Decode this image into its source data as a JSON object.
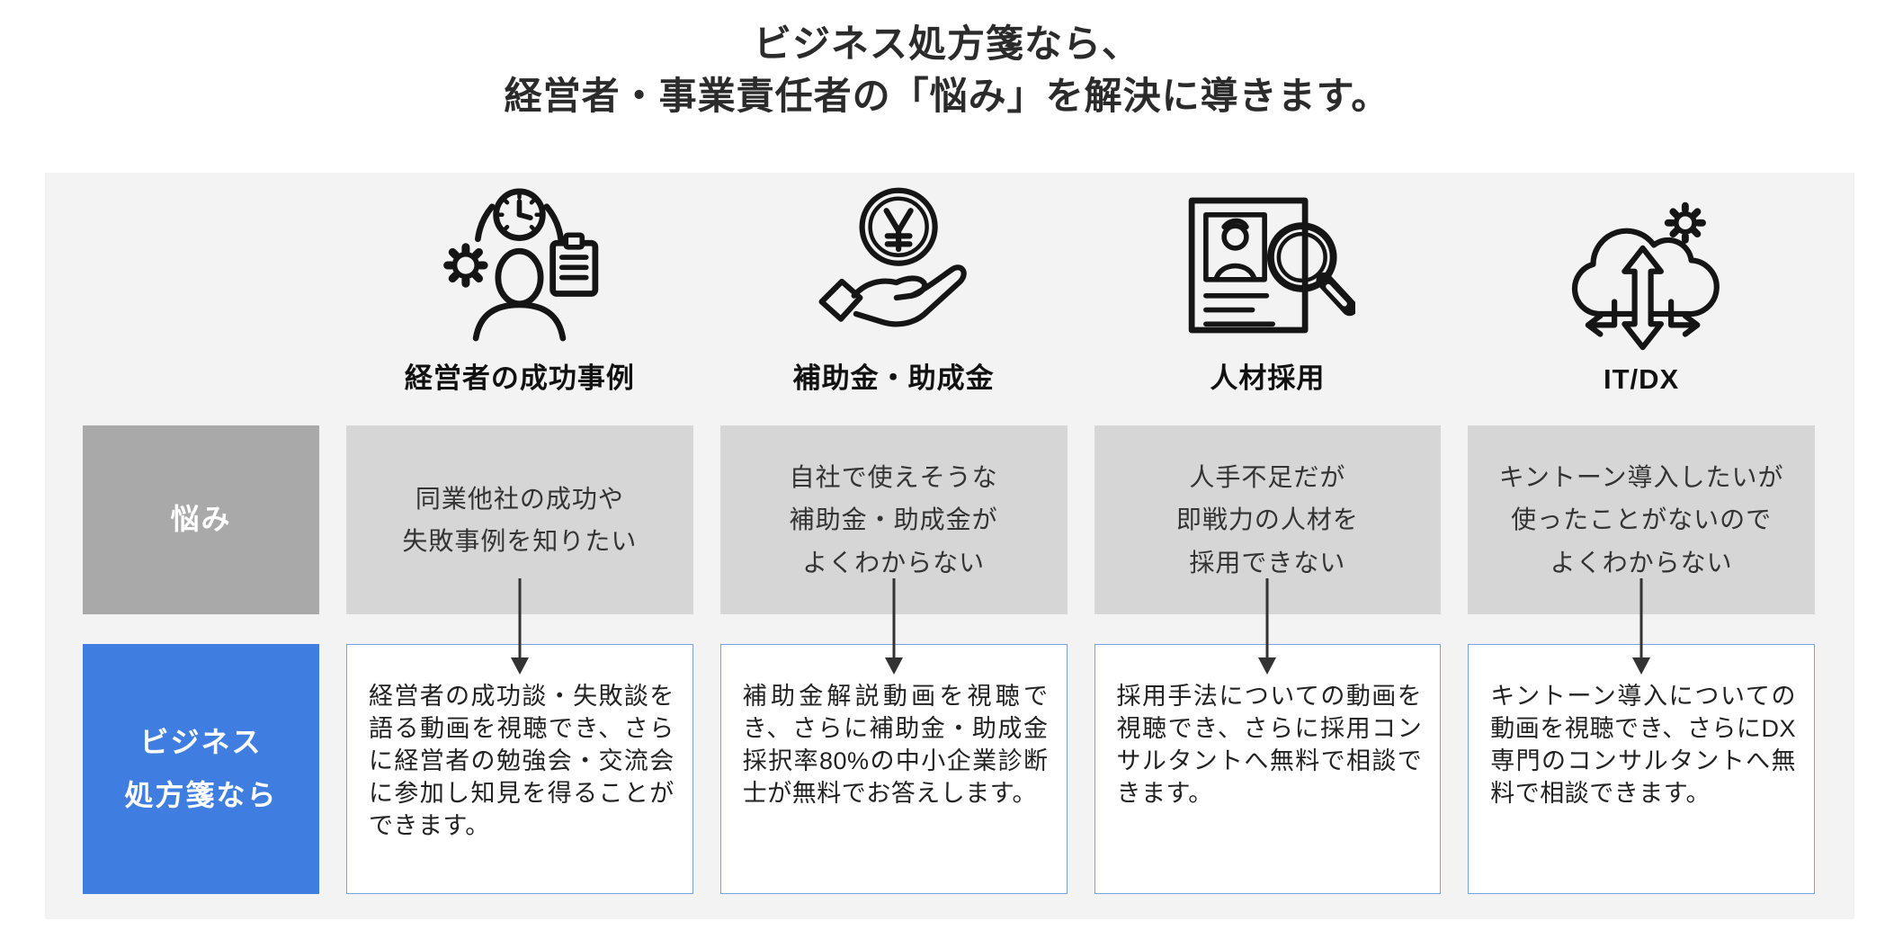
{
  "title": {
    "line1": "ビジネス処方箋なら、",
    "line2": "経営者・事業責任者の「悩み」を解決に導きます。"
  },
  "row_labels": {
    "problem": "悩み",
    "solution": "ビジネス\n処方箋なら"
  },
  "columns": [
    {
      "header": "経営者の成功事例",
      "icon": "executive-success-icon",
      "problem": "同業他社の成功や\n失敗事例を知りたい",
      "solution": "経営者の成功談・失敗談を語る動画を視聴でき、さらに経営者の勉強会・交流会に参加し知見を得ることができます。"
    },
    {
      "header": "補助金・助成金",
      "icon": "subsidy-hand-coin-icon",
      "problem": "自社で使えそうな\n補助金・助成金が\nよくわからない",
      "solution": "補助金解説動画を視聴でき、さらに補助金・助成金採択率80%の中小企業診断士が無料でお答えします。"
    },
    {
      "header": "人材採用",
      "icon": "recruitment-resume-icon",
      "problem": "人手不足だが\n即戦力の人材を\n採用できない",
      "solution": "採用手法についての動画を視聴でき、さらに採用コンサルタントへ無料で相談できます。"
    },
    {
      "header": "IT/DX",
      "icon": "cloud-dx-icon",
      "problem": "キントーン導入したいが\n使ったことがないので\nよくわからない",
      "solution": "キントーン導入についての動画を視聴でき、さらにDX専門のコンサルタントへ無料で相談できます。"
    }
  ],
  "colors": {
    "accent_blue": "#3f7de0",
    "panel_bg": "#f3f3f3",
    "problem_box_bg": "#d6d6d6",
    "label_gray_bg": "#a9a9a9",
    "solution_border": "#7aa3e2",
    "arrow": "#333333",
    "title_text": "#2b2b2b"
  }
}
